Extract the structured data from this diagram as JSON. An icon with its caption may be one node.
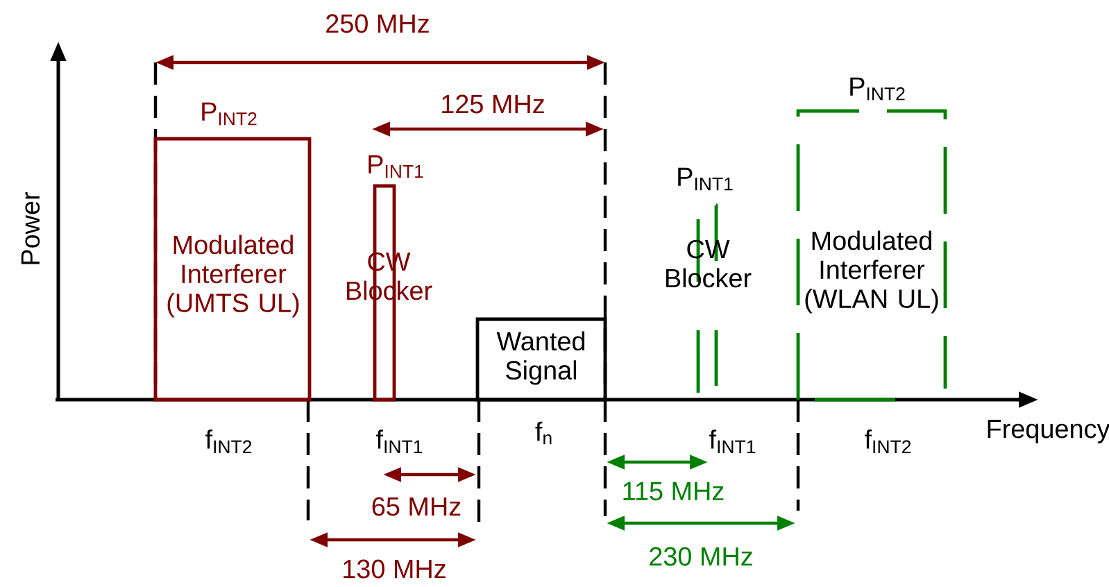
{
  "diagram": {
    "nodes": [
      {
        "text": [
          "P$_{INT2}$",
          "Modulated Interferer (UMTS UL)"
        ]
      },
      {
        "text": [
          "P$_{INT1}$",
          "CW Blocker"
        ]
      },
      {
        "text": [
          "Wanted Signal"
        ]
      },
      {
        "text": [
          "P$_{INT1}$",
          "CW Blocker"
        ]
      },
      {
        "text": [
          "P$_{INT2}$",
          "Modulated Interferer (WLAN UL)"
        ]
      }
    ],
    "labels": [
      "250 MHz",
      "125 MHz",
      "Power",
      "Frequency",
      "f$_{INT2}$",
      "f$_{INT1}$",
      "f$_{n}$",
      "f$_{INT1}$",
      "f$_{INT2}$",
      "115 MHz",
      "65 MHz",
      "230 MHz",
      "130 MHz"
    ]
  }
}
